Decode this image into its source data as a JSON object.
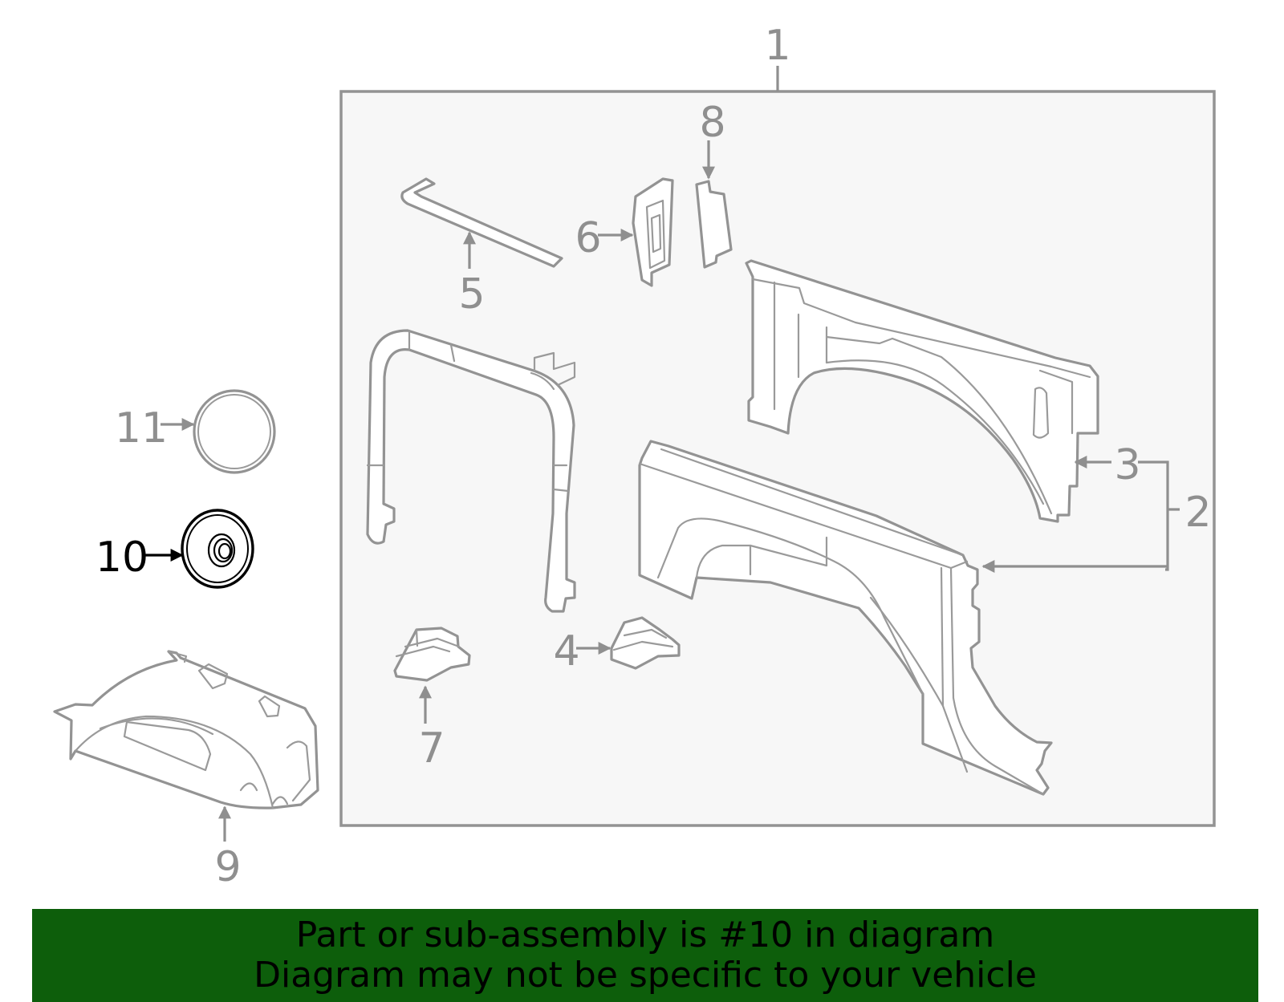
{
  "diagram": {
    "callouts": {
      "c1": "1",
      "c2": "2",
      "c3": "3",
      "c4": "4",
      "c5": "5",
      "c6": "6",
      "c7": "7",
      "c8": "8",
      "c9": "9",
      "c10": "10",
      "c11": "11"
    },
    "highlighted_part": "10",
    "colors": {
      "line_gray": "#939393",
      "box_fill": "#f7f7f7",
      "highlight": "#000000",
      "banner_bg": "#0d5e0b"
    }
  },
  "banner": {
    "line1": "Part or sub-assembly is #10 in diagram",
    "line2": "Diagram may not be specific to your vehicle"
  }
}
